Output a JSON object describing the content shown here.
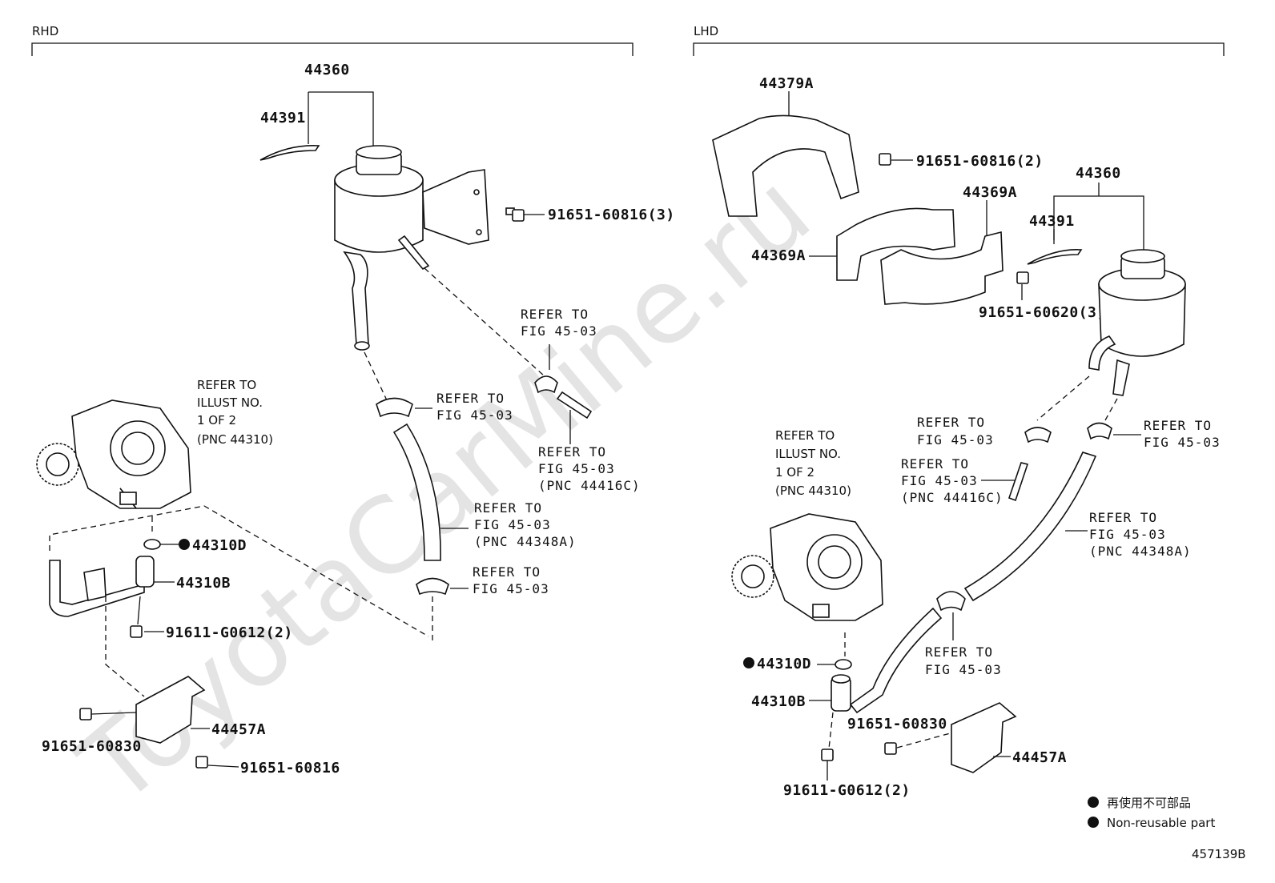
{
  "watermark": "ToyotaCarMine.ru",
  "sections": {
    "rhd": "RHD",
    "lhd": "LHD"
  },
  "labels": {
    "r_44360": "44360",
    "r_44391": "44391",
    "r_91651_60816_3": "91651-60816(3)",
    "r_44310D": "44310D",
    "r_44310B": "44310B",
    "r_91611_g0612_2": "91611-G0612(2)",
    "r_44457A": "44457A",
    "r_91651_60830": "91651-60830",
    "r_91651_60816": "91651-60816",
    "l_44379A": "44379A",
    "l_91651_60816_2": "91651-60816(2)",
    "l_44360": "44360",
    "l_44369A_top": "44369A",
    "l_44391": "44391",
    "l_44369A_left": "44369A",
    "l_91651_60620_3": "91651-60620(3)",
    "l_44310D": "44310D",
    "l_44310B": "44310B",
    "l_91651_60830": "91651-60830",
    "l_44457A": "44457A",
    "l_91611_g0612_2": "91611-G0612(2)"
  },
  "refers": {
    "r_fig_top": [
      "REFER TO",
      "FIG 45-03"
    ],
    "r_fig_clamp": [
      "REFER TO",
      "FIG 45-03"
    ],
    "r_fig_hose_c": [
      "REFER TO",
      "FIG 45-03",
      "(PNC 44416C)"
    ],
    "r_fig_hose_a": [
      "REFER TO",
      "FIG 45-03",
      "(PNC 44348A)"
    ],
    "r_fig_bottom": [
      "REFER TO",
      "FIG 45-03"
    ],
    "r_illust": [
      "REFER TO",
      "ILLUST NO.",
      "1 OF 2",
      "(PNC 44310)"
    ],
    "l_fig_clamp_a": [
      "REFER TO",
      "FIG 45-03"
    ],
    "l_fig_clamp_b": [
      "REFER TO",
      "FIG 45-03"
    ],
    "l_fig_hose_c": [
      "REFER TO",
      "FIG 45-03",
      "(PNC 44416C)"
    ],
    "l_fig_hose_a": [
      "REFER TO",
      "FIG 45-03",
      "(PNC 44348A)"
    ],
    "l_fig_bottom": [
      "REFER TO",
      "FIG 45-03"
    ],
    "l_illust": [
      "REFER TO",
      "ILLUST NO.",
      "1 OF 2",
      "(PNC 44310)"
    ]
  },
  "legend": {
    "jp": "再使用不可部品",
    "en": "Non-reusable part"
  },
  "figure_id": "457139B"
}
